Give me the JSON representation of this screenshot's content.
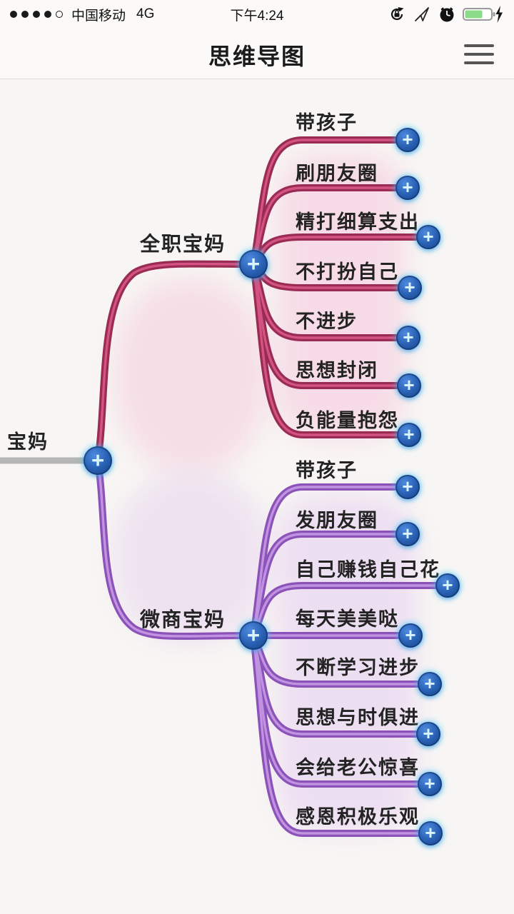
{
  "status_bar": {
    "carrier": "中国移动",
    "network": "4G",
    "time": "下午4:24"
  },
  "header": {
    "title": "思维导图"
  },
  "icons": {
    "plus": "+"
  },
  "mindmap": {
    "root": {
      "label": "宝妈"
    },
    "branches": [
      {
        "label": "全职宝妈",
        "children": [
          "带孩子",
          "刷朋友圈",
          "精打细算支出",
          "不打扮自己",
          "不进步",
          "思想封闭",
          "负能量抱怨"
        ]
      },
      {
        "label": "微商宝妈",
        "children": [
          "带孩子",
          "发朋友圈",
          "自己赚钱自己花",
          "每天美美哒",
          "不断学习进步",
          "思想与时俱进",
          "会给老公惊喜",
          "感恩积极乐观"
        ]
      }
    ],
    "colors": {
      "branch1_line": "#9a2b52",
      "branch1_highlight": "#dd5c8b",
      "branch2_line": "#8b52b8",
      "branch2_highlight": "#c79ae6",
      "root_line": "#b5b5b5",
      "node_blue": "#2a62b6",
      "node_glow": "#46cdff"
    }
  }
}
